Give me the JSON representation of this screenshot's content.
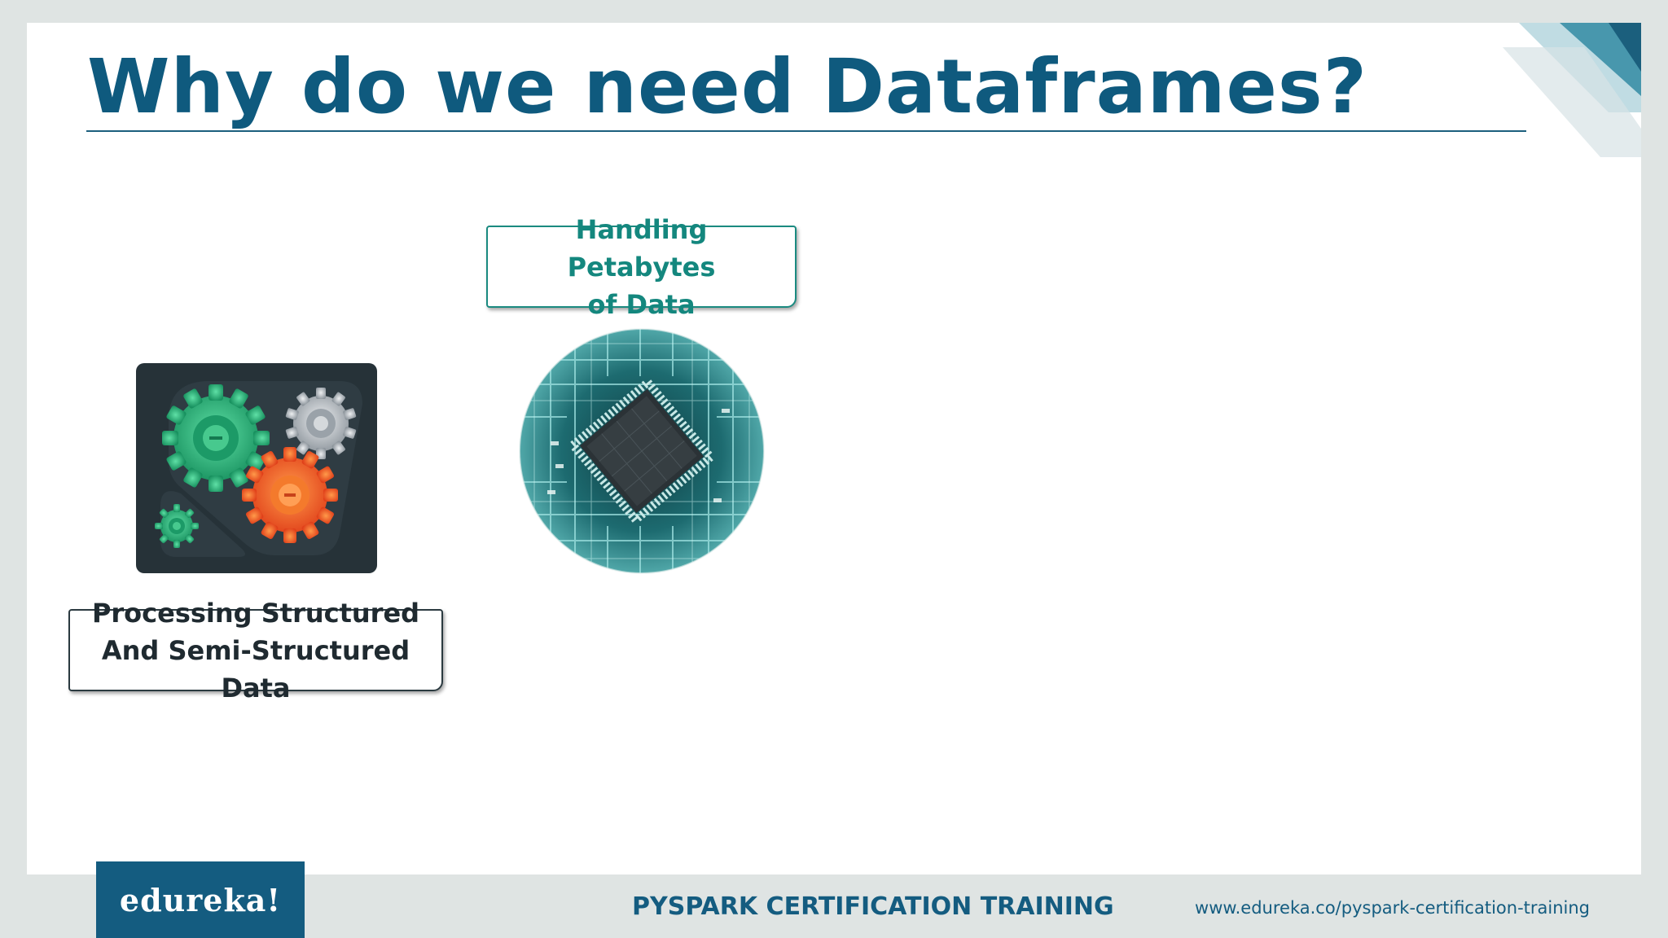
{
  "slide": {
    "title": "Why do we need Dataframes?"
  },
  "cards": {
    "petabytes_label": "Handling Petabytes of Data",
    "structured_label_line1": "Processing Structured",
    "structured_label_line2": "And Semi-Structured Data",
    "petabytes_line1": "Handling Petabytes",
    "petabytes_line2": "of Data"
  },
  "illustrations": {
    "gears": "gears-icon",
    "chip": "circuit-chip-icon"
  },
  "footer": {
    "logo": "edureka!",
    "course": "PYSPARK CERTIFICATION TRAINING",
    "url": "www.edureka.co/pyspark-certification-training"
  },
  "colors": {
    "title": "#0f5a7e",
    "accent_teal": "#14877e",
    "brand_blue": "#145c80",
    "gear_green": "#27b37c",
    "gear_orange": "#f0561f",
    "gear_grey": "#b8bec4"
  }
}
